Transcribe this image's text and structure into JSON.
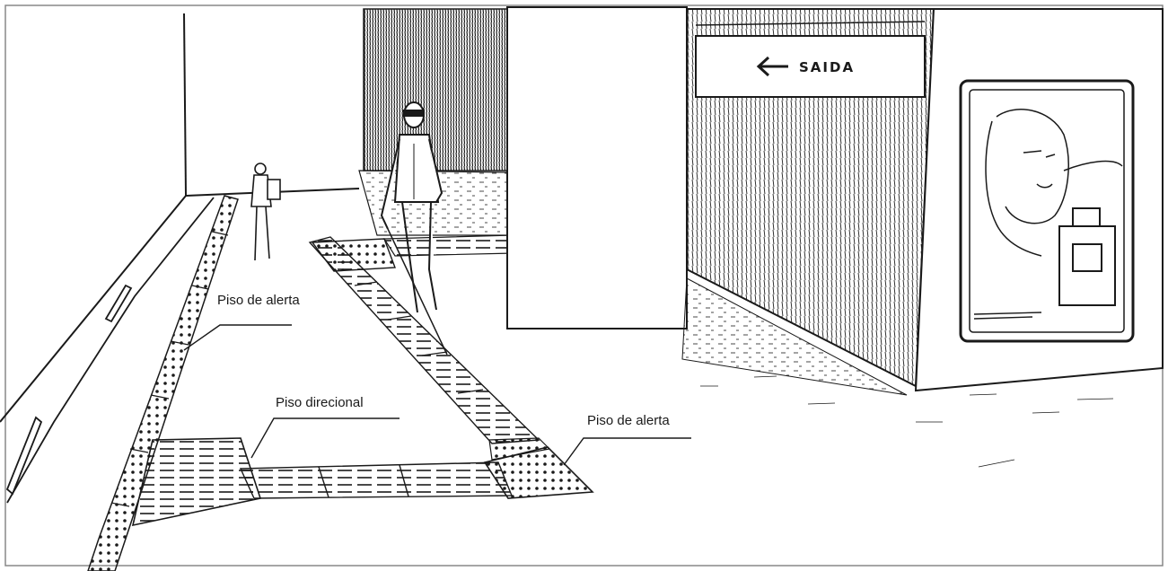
{
  "labels": {
    "alert_floor_left": "Piso de alerta",
    "directional_floor": "Piso direcional",
    "alert_floor_right": "Piso de alerta"
  },
  "sign": {
    "text": "SAIDA",
    "arrow_icon": "left-arrow-icon"
  },
  "colors": {
    "ink": "#1a1a1a",
    "paper": "#ffffff"
  }
}
